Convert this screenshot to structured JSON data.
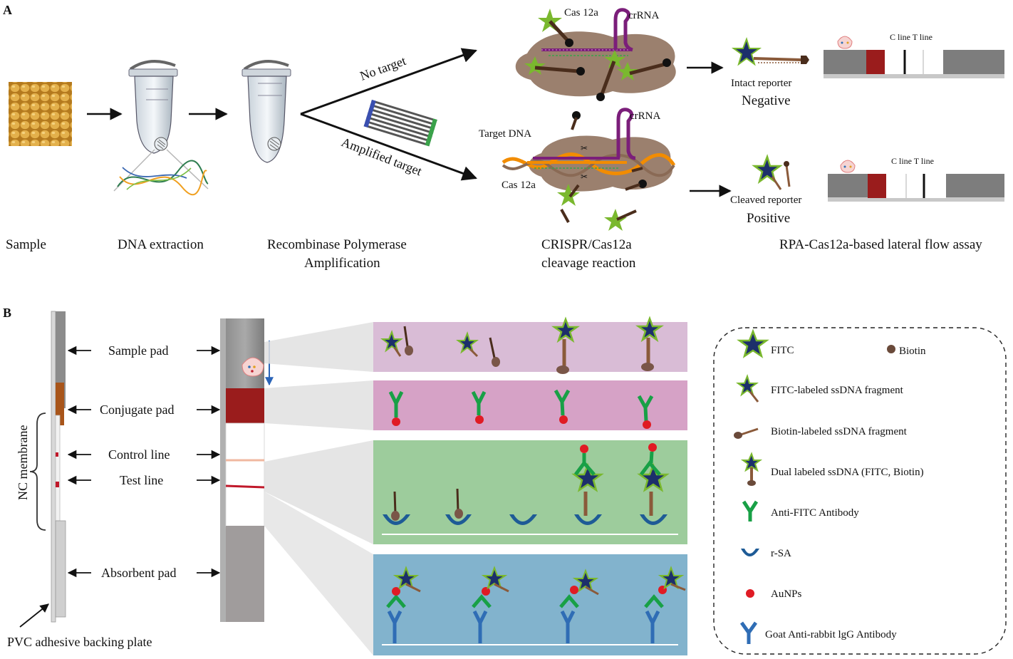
{
  "panel_a": {
    "letter": "A",
    "captions": {
      "sample": "Sample",
      "dna_extraction": "DNA extraction",
      "rpa_line1": "Recombinase Polymerase",
      "rpa_line2": "Amplification",
      "crispr_line1": "CRISPR/Cas12a",
      "crispr_line2": "cleavage reaction",
      "lfa": "RPA-Cas12a-based lateral flow assay"
    },
    "arrow_no_target": "No target",
    "arrow_amplified": "Amplified target",
    "cas12a_top": "Cas 12a",
    "crrna_top": "crRNA",
    "crrna_bottom": "crRNA",
    "target_dna": "Target DNA",
    "cas12a_bottom": "Cas 12a",
    "intact_reporter": "Intact reporter",
    "negative": "Negative",
    "cleaved_reporter": "Cleaved reporter",
    "positive": "Positive",
    "strip_lines_top": "C line T line",
    "strip_lines_bottom": "C line T line"
  },
  "panel_b": {
    "letter": "B",
    "nc_membrane": "NC membrane",
    "pvc_backing": "PVC adhesive backing plate",
    "pads": {
      "sample_pad": "Sample pad",
      "conjugate_pad": "Conjugate pad",
      "control_line": "Control line",
      "test_line": "Test line",
      "absorbent_pad": "Absorbent pad"
    },
    "legend": [
      {
        "icon": "fitc-star-icon",
        "label": "FITC"
      },
      {
        "icon": "biotin-dot-icon",
        "label": "Biotin"
      },
      {
        "icon": "fitc-fragment-icon",
        "label": "FITC-labeled ssDNA fragment"
      },
      {
        "icon": "biotin-fragment-icon",
        "label": "Biotin-labeled ssDNA fragment"
      },
      {
        "icon": "dual-labeled-icon",
        "label": "Dual labeled ssDNA (FITC, Biotin)"
      },
      {
        "icon": "anti-fitc-antibody-icon",
        "label": "Anti-FITC Antibody"
      },
      {
        "icon": "rsa-icon",
        "label": "r-SA"
      },
      {
        "icon": "aunp-icon",
        "label": "AuNPs"
      },
      {
        "icon": "goat-antibody-icon",
        "label": "Goat Anti-rabbit lgG Antibody"
      }
    ]
  },
  "colors": {
    "fitc_star": "#1c2f6b",
    "fitc_outline": "#7ab82e",
    "green_star": "#7ab82e",
    "biotin": "#4a2d1c",
    "anti_fitc": "#18a046",
    "rsa": "#1e5b96",
    "aunp": "#e01b24",
    "goat_ab": "#2f6db5",
    "crrna": "#7b1e7a",
    "target_dna": "#f28c00",
    "strip_red": "#9a1c1c",
    "panel_sample": "#d9bcd6",
    "panel_conjugate": "#d6a2c6",
    "panel_test": "#9dcc9c",
    "panel_control": "#82b3cd",
    "soy": "#d4a23a"
  }
}
